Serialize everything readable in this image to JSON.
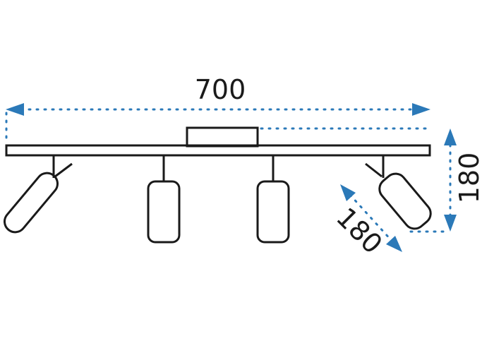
{
  "dimensions": {
    "width_label": "700",
    "height_label": "180",
    "spot_label": "180"
  },
  "colors": {
    "outline": "#1a1a1a",
    "dimension_line": "#2b79b8"
  }
}
